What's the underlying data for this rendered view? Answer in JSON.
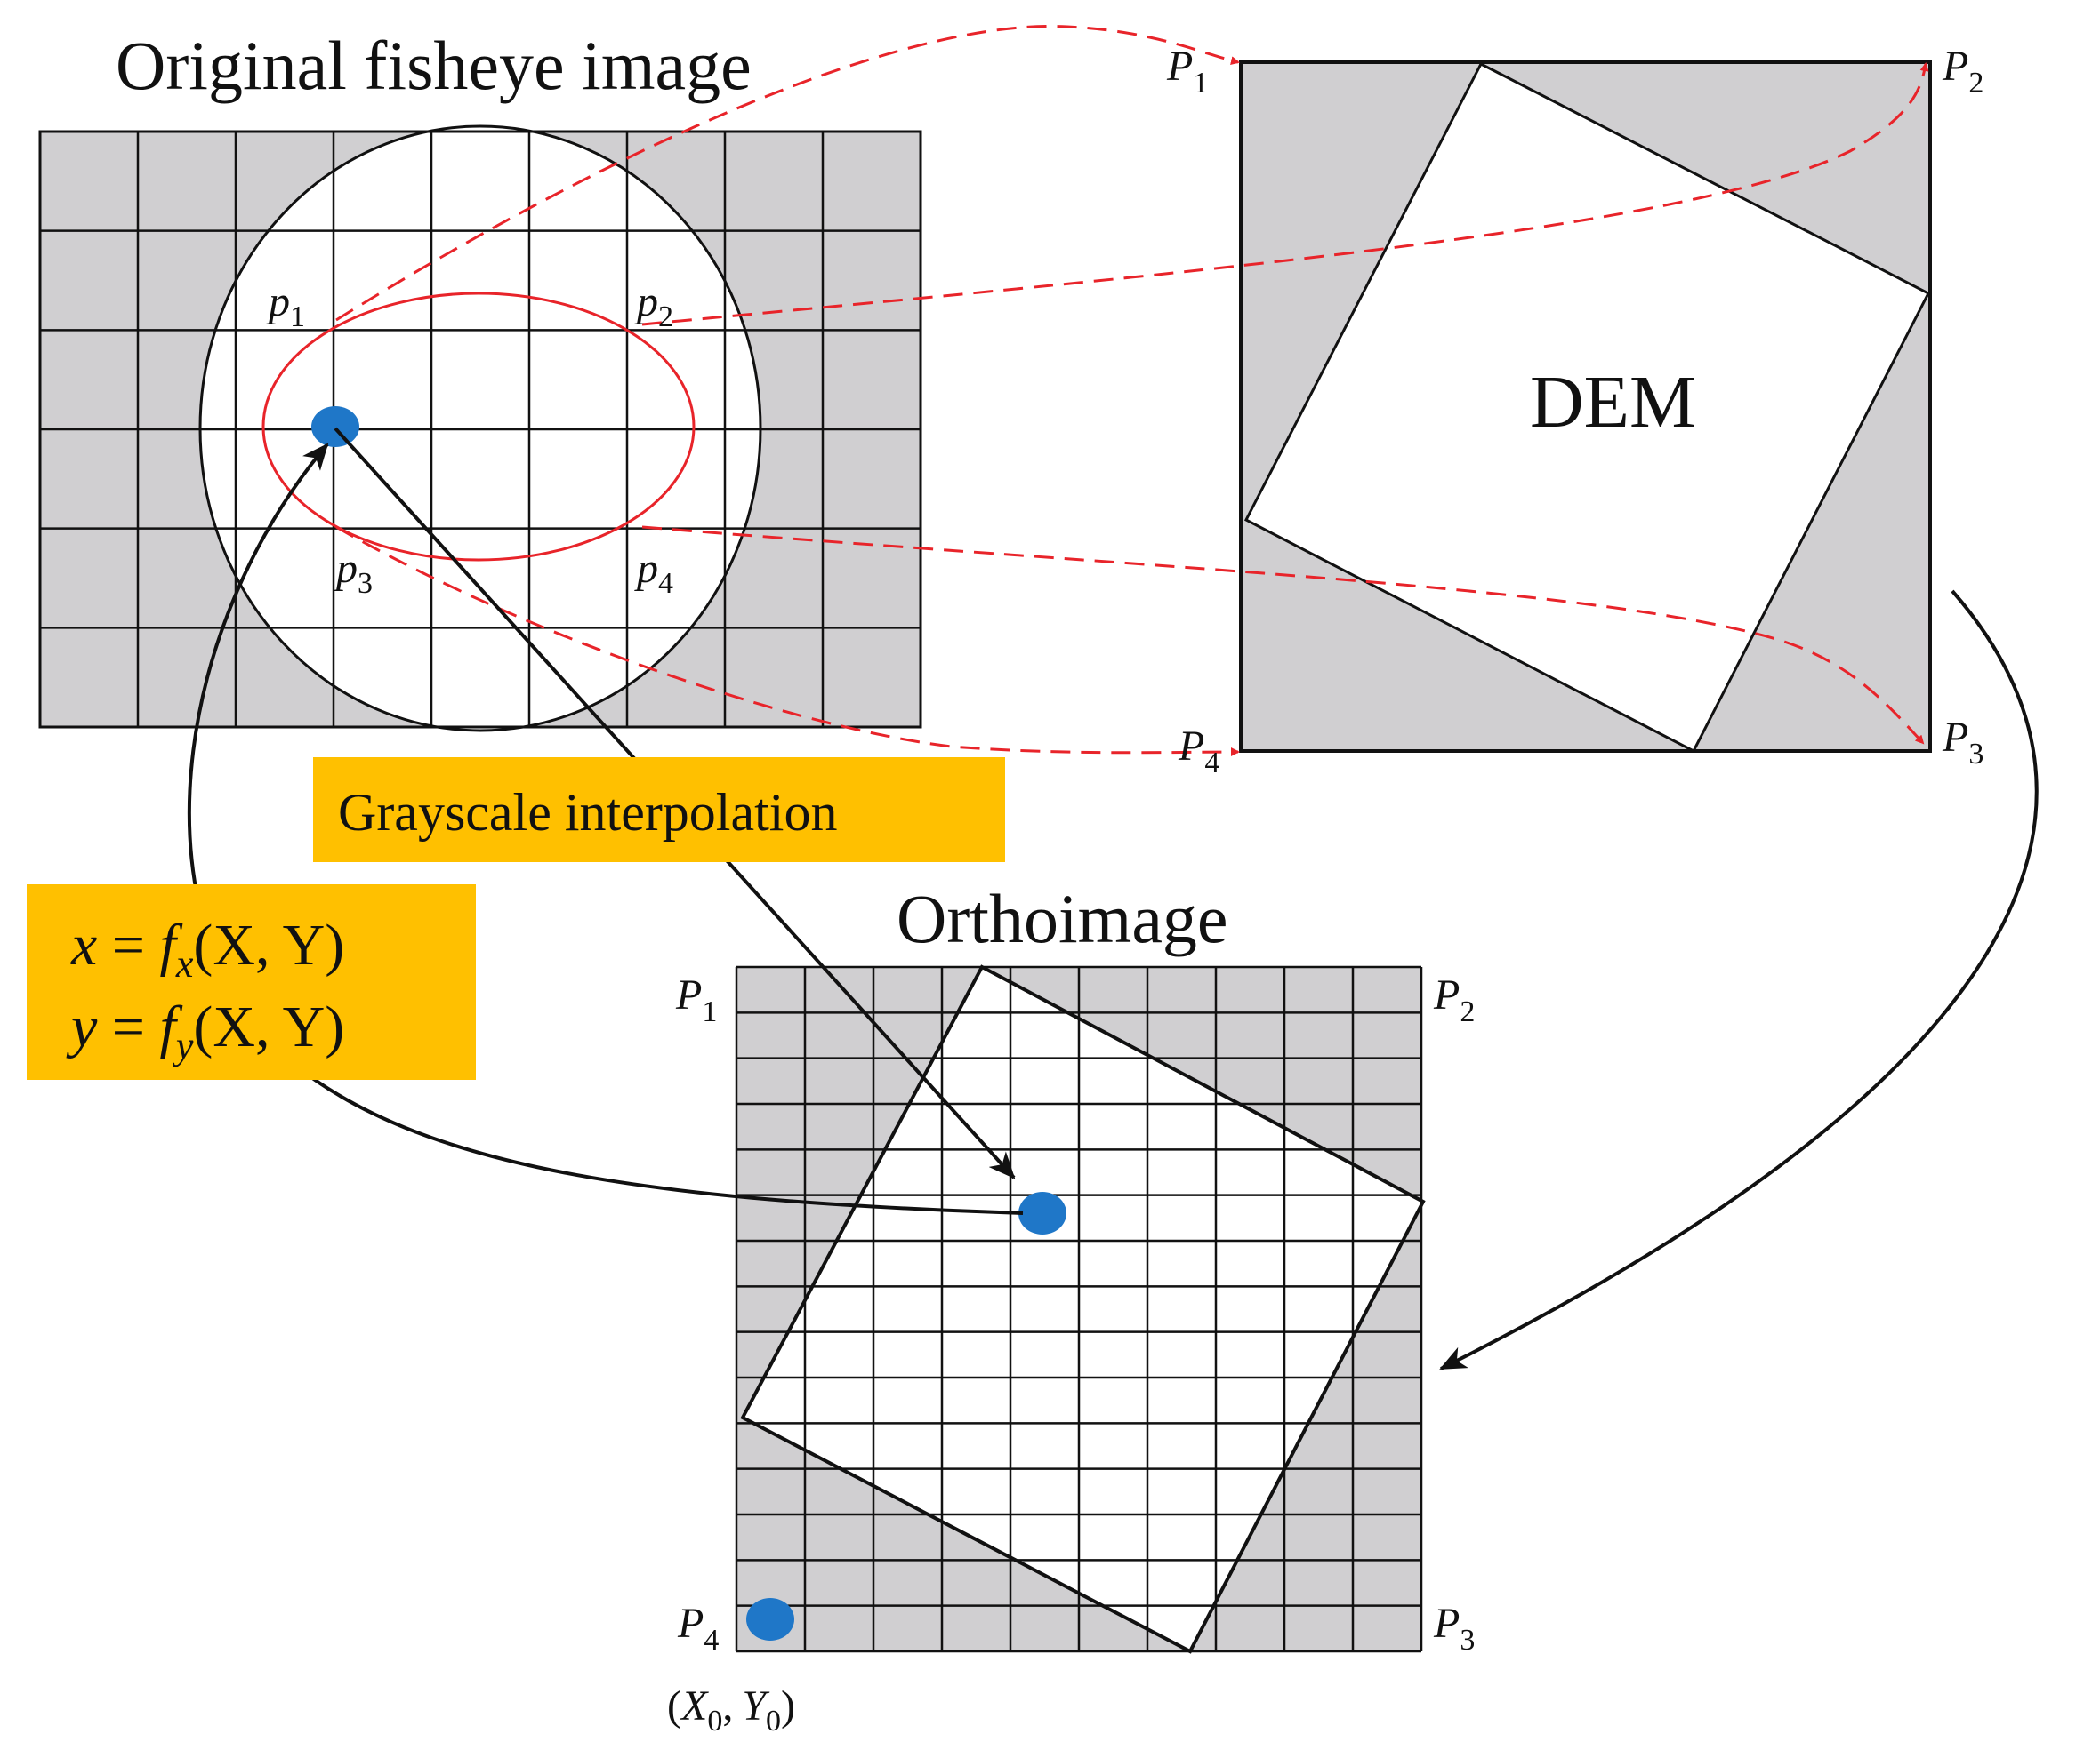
{
  "titles": {
    "fisheye": "Original fisheye image",
    "dem": "DEM",
    "ortho": "Orthoimage"
  },
  "fisheye_points": {
    "p1": {
      "letter": "p",
      "sub": "1"
    },
    "p2": {
      "letter": "p",
      "sub": "2"
    },
    "p3": {
      "letter": "p",
      "sub": "3"
    },
    "p4": {
      "letter": "p",
      "sub": "4"
    }
  },
  "dem_points": {
    "P1": {
      "letter": "P",
      "sub": "1"
    },
    "P2": {
      "letter": "P",
      "sub": "2"
    },
    "P3": {
      "letter": "P",
      "sub": "3"
    },
    "P4": {
      "letter": "P",
      "sub": "4"
    }
  },
  "ortho_points": {
    "P1": {
      "letter": "P",
      "sub": "1"
    },
    "P2": {
      "letter": "P",
      "sub": "2"
    },
    "P3": {
      "letter": "P",
      "sub": "3"
    },
    "P4": {
      "letter": "P",
      "sub": "4"
    }
  },
  "origin_label": {
    "open": "(",
    "X": "X",
    "X_sub": "0",
    "comma": ",",
    "Y": "Y",
    "Y_sub": "0",
    "close": ")"
  },
  "interpolation_label": "Grayscale interpolation",
  "formula": {
    "line1": {
      "lhs": "x",
      "eq": " = ",
      "f": "f",
      "sub": "x",
      "args": "(X, Y)"
    },
    "line2": {
      "lhs": "y",
      "eq": " = ",
      "f": "f",
      "sub": "y",
      "args": "(X, Y)"
    }
  },
  "colors": {
    "cell_gray": "#d0cfd1",
    "highlight_box": "#ffc000",
    "point_blue": "#1f77c8",
    "mapping_red": "#e8242a",
    "line_black": "#111111"
  }
}
